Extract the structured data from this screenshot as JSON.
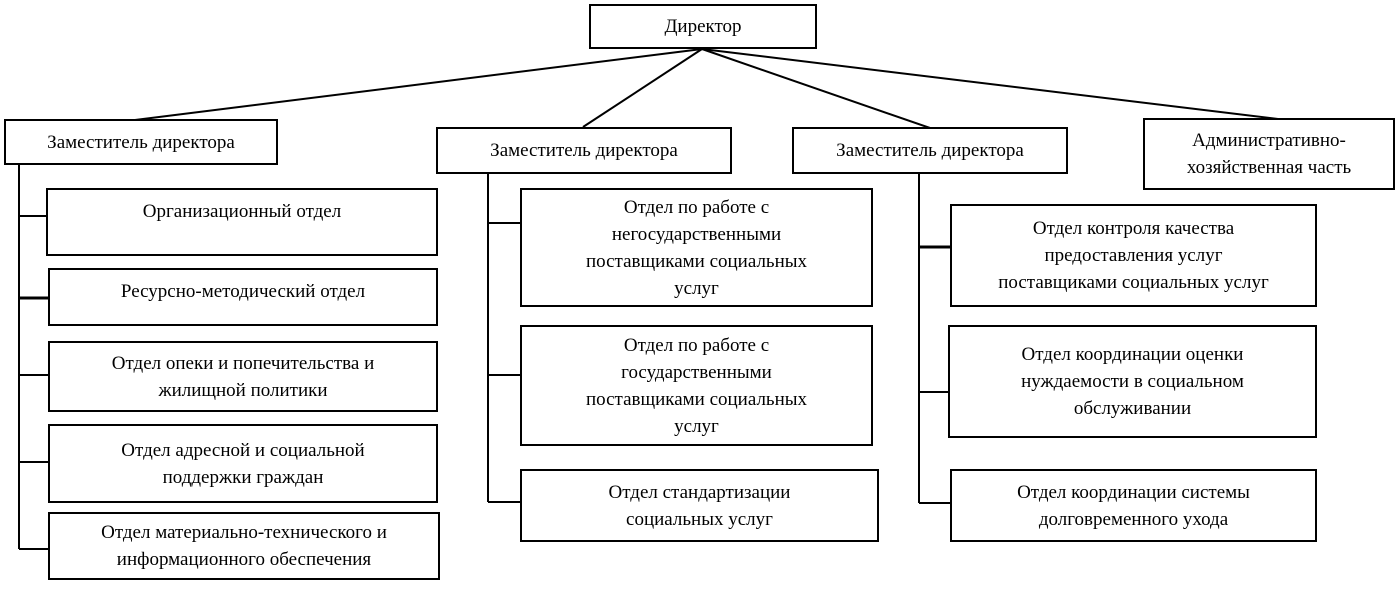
{
  "diagram": {
    "director": "Директор",
    "deputy_1": {
      "title": "Заместитель директора",
      "departments": [
        "Организационный отдел",
        "Ресурсно-методический отдел",
        "Отдел опеки и попечительства и\nжилищной политики",
        "Отдел адресной и социальной\nподдержки граждан",
        "Отдел материально-технического и\nинформационного обеспечения"
      ]
    },
    "deputy_2": {
      "title": "Заместитель директора",
      "departments": [
        "Отдел по работе с\nнегосударственными\nпоставщиками социальных\nуслуг",
        "Отдел по работе с\nгосударственными\nпоставщиками социальных\nуслуг",
        "Отдел стандартизации\nсоциальных услуг"
      ]
    },
    "deputy_3": {
      "title": "Заместитель директора",
      "departments": [
        "Отдел контроля качества\nпредоставления услуг\nпоставщиками социальных услуг",
        "Отдел координации оценки\nнуждаемости в социальном\nобслуживании",
        "Отдел координации системы\nдолговременного ухода"
      ]
    },
    "admin_unit": "Административно-\nхозяйственная часть"
  }
}
